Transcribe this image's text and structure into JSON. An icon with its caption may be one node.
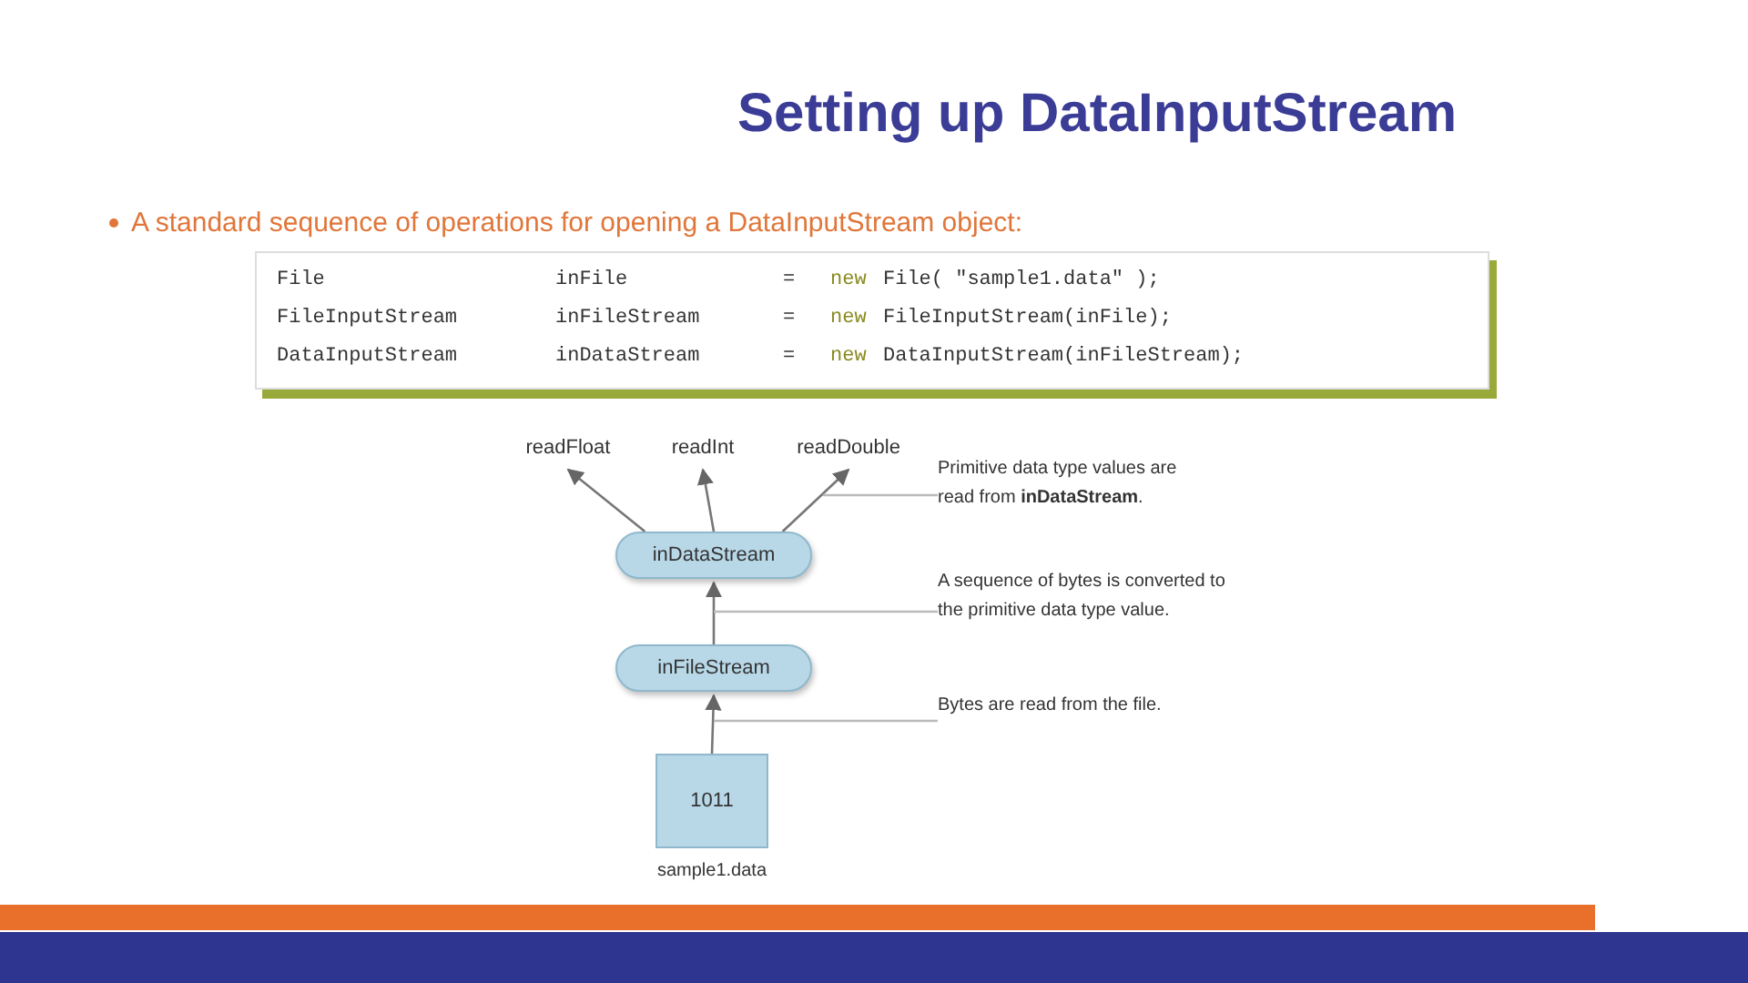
{
  "diagram": {
    "title": "Setting up DataInputStream",
    "nodes": [
      {
        "text": [
          "readFloat"
        ]
      },
      {
        "text": [
          "readInt"
        ]
      },
      {
        "text": [
          "readDouble"
        ]
      },
      {
        "text": [
          "inDataStream"
        ]
      },
      {
        "text": [
          "inFileStream"
        ]
      },
      {
        "text": [
          "1011"
        ],
        "beside": [
          "sample1.data"
        ]
      },
      {
        "text": [
          "Primitive data type values are read from **inDataStream**."
        ]
      },
      {
        "text": [
          "A sequence of bytes is converted to the primitive data type value."
        ]
      },
      {
        "text": [
          "Bytes are read from the file."
        ]
      }
    ],
    "edges": [
      {
        "from": 3,
        "to": 0,
        "arrow": "to"
      },
      {
        "from": 3,
        "to": 1,
        "arrow": "to"
      },
      {
        "from": 3,
        "to": 2,
        "arrow": "to"
      },
      {
        "from": 4,
        "to": 3,
        "arrow": "to"
      },
      {
        "from": 5,
        "to": 4,
        "arrow": "to"
      },
      {
        "from": 6,
        "to": null,
        "arrow": "none"
      },
      {
        "from": 7,
        "to": null,
        "arrow": "none"
      },
      {
        "from": 8,
        "to": null,
        "arrow": "none"
      }
    ],
    "labels": [
      "A standard sequence of operations for opening a DataInputStream object:",
      "File",
      "inFile",
      "=",
      "new",
      "File( \"sample1.data\" );",
      "FileInputStream",
      "inFileStream",
      "=",
      "new",
      "FileInputStream(inFile);",
      "DataInputStream",
      "inDataStream",
      "=",
      "new",
      "DataInputStream(inFileStream);"
    ]
  }
}
